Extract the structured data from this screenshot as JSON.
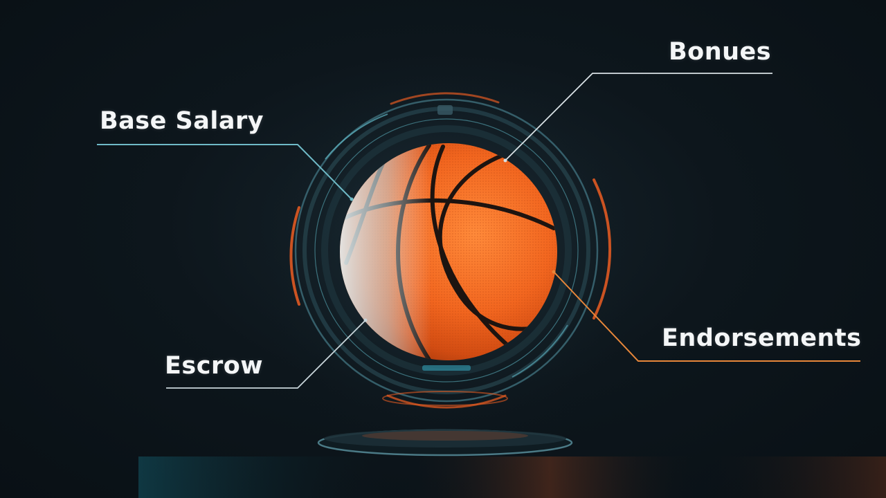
{
  "labels": {
    "base_salary": "Base Salary",
    "bonuses": "Bonues",
    "endorsements": "Endorsements",
    "escrow": "Escrow"
  },
  "colors": {
    "background": "#0b1419",
    "ball_orange": "#f2661f",
    "teal_line": "#5fb6c4",
    "orange_line": "#e8873a",
    "ring_orange": "#e05a22"
  },
  "icons": {
    "central_graphic": "basketball-icon"
  }
}
